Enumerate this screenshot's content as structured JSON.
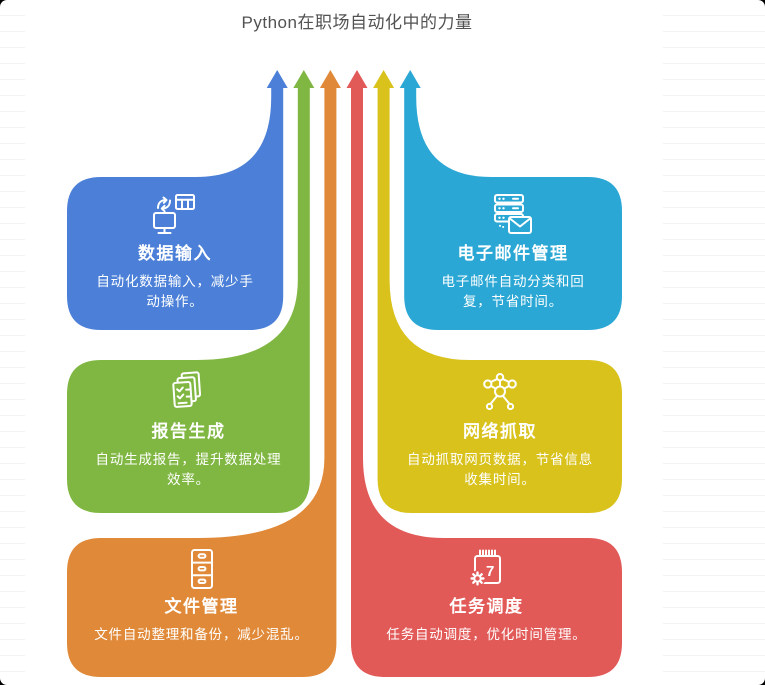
{
  "title": "Python在职场自动化中的力量",
  "cards": [
    {
      "id": "data-input",
      "title": "数据输入",
      "desc": "自动化数据输入，减少手动操作。",
      "color": "#4c80d8",
      "icon": "monitor-sync-icon"
    },
    {
      "id": "report-generation",
      "title": "报告生成",
      "desc": "自动生成报告，提升数据处理效率。",
      "color": "#80b742",
      "icon": "report-pages-icon"
    },
    {
      "id": "file-management",
      "title": "文件管理",
      "desc": "文件自动整理和备份，减少混乱。",
      "color": "#e08a39",
      "icon": "file-cabinet-icon"
    },
    {
      "id": "email-management",
      "title": "电子邮件管理",
      "desc": "电子邮件自动分类和回复，节省时间。",
      "color": "#2aa7d4",
      "icon": "server-mail-icon"
    },
    {
      "id": "web-scraping",
      "title": "网络抓取",
      "desc": "自动抓取网页数据，节省信息收集时间。",
      "color": "#d9c21c",
      "icon": "network-nodes-icon"
    },
    {
      "id": "task-scheduling",
      "title": "任务调度",
      "desc": "任务自动调度，优化时间管理。",
      "color": "#e25a58",
      "icon": "calendar-gear-icon",
      "icon_label": "7"
    }
  ]
}
